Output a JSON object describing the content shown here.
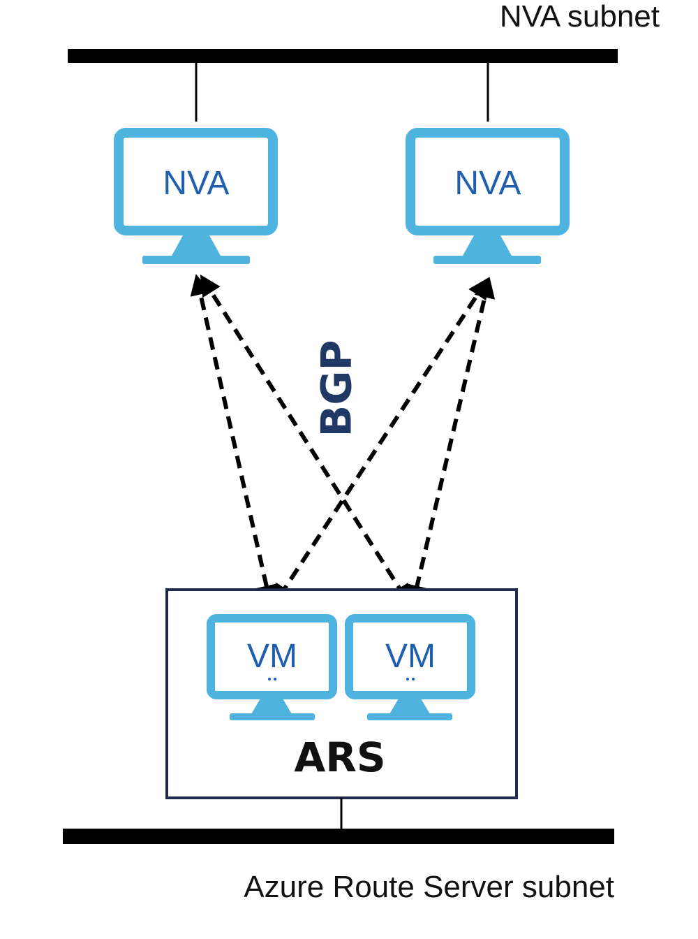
{
  "top_subnet": {
    "label": "NVA subnet"
  },
  "bottom_subnet": {
    "label": "Azure Route Server subnet"
  },
  "nvas": [
    {
      "label": "NVA"
    },
    {
      "label": "NVA"
    }
  ],
  "ars": {
    "label": "ARS",
    "vms": [
      {
        "label": "VM"
      },
      {
        "label": "VM"
      }
    ]
  },
  "connection": {
    "label": "BGP",
    "style": "dashed",
    "direction": "bidirectional"
  },
  "colors": {
    "device": "#4fb3e0",
    "device_label": "#1f5fae",
    "bgp_label": "#1f3864",
    "ars_border": "#1f2b4d",
    "bus": "#000000"
  }
}
